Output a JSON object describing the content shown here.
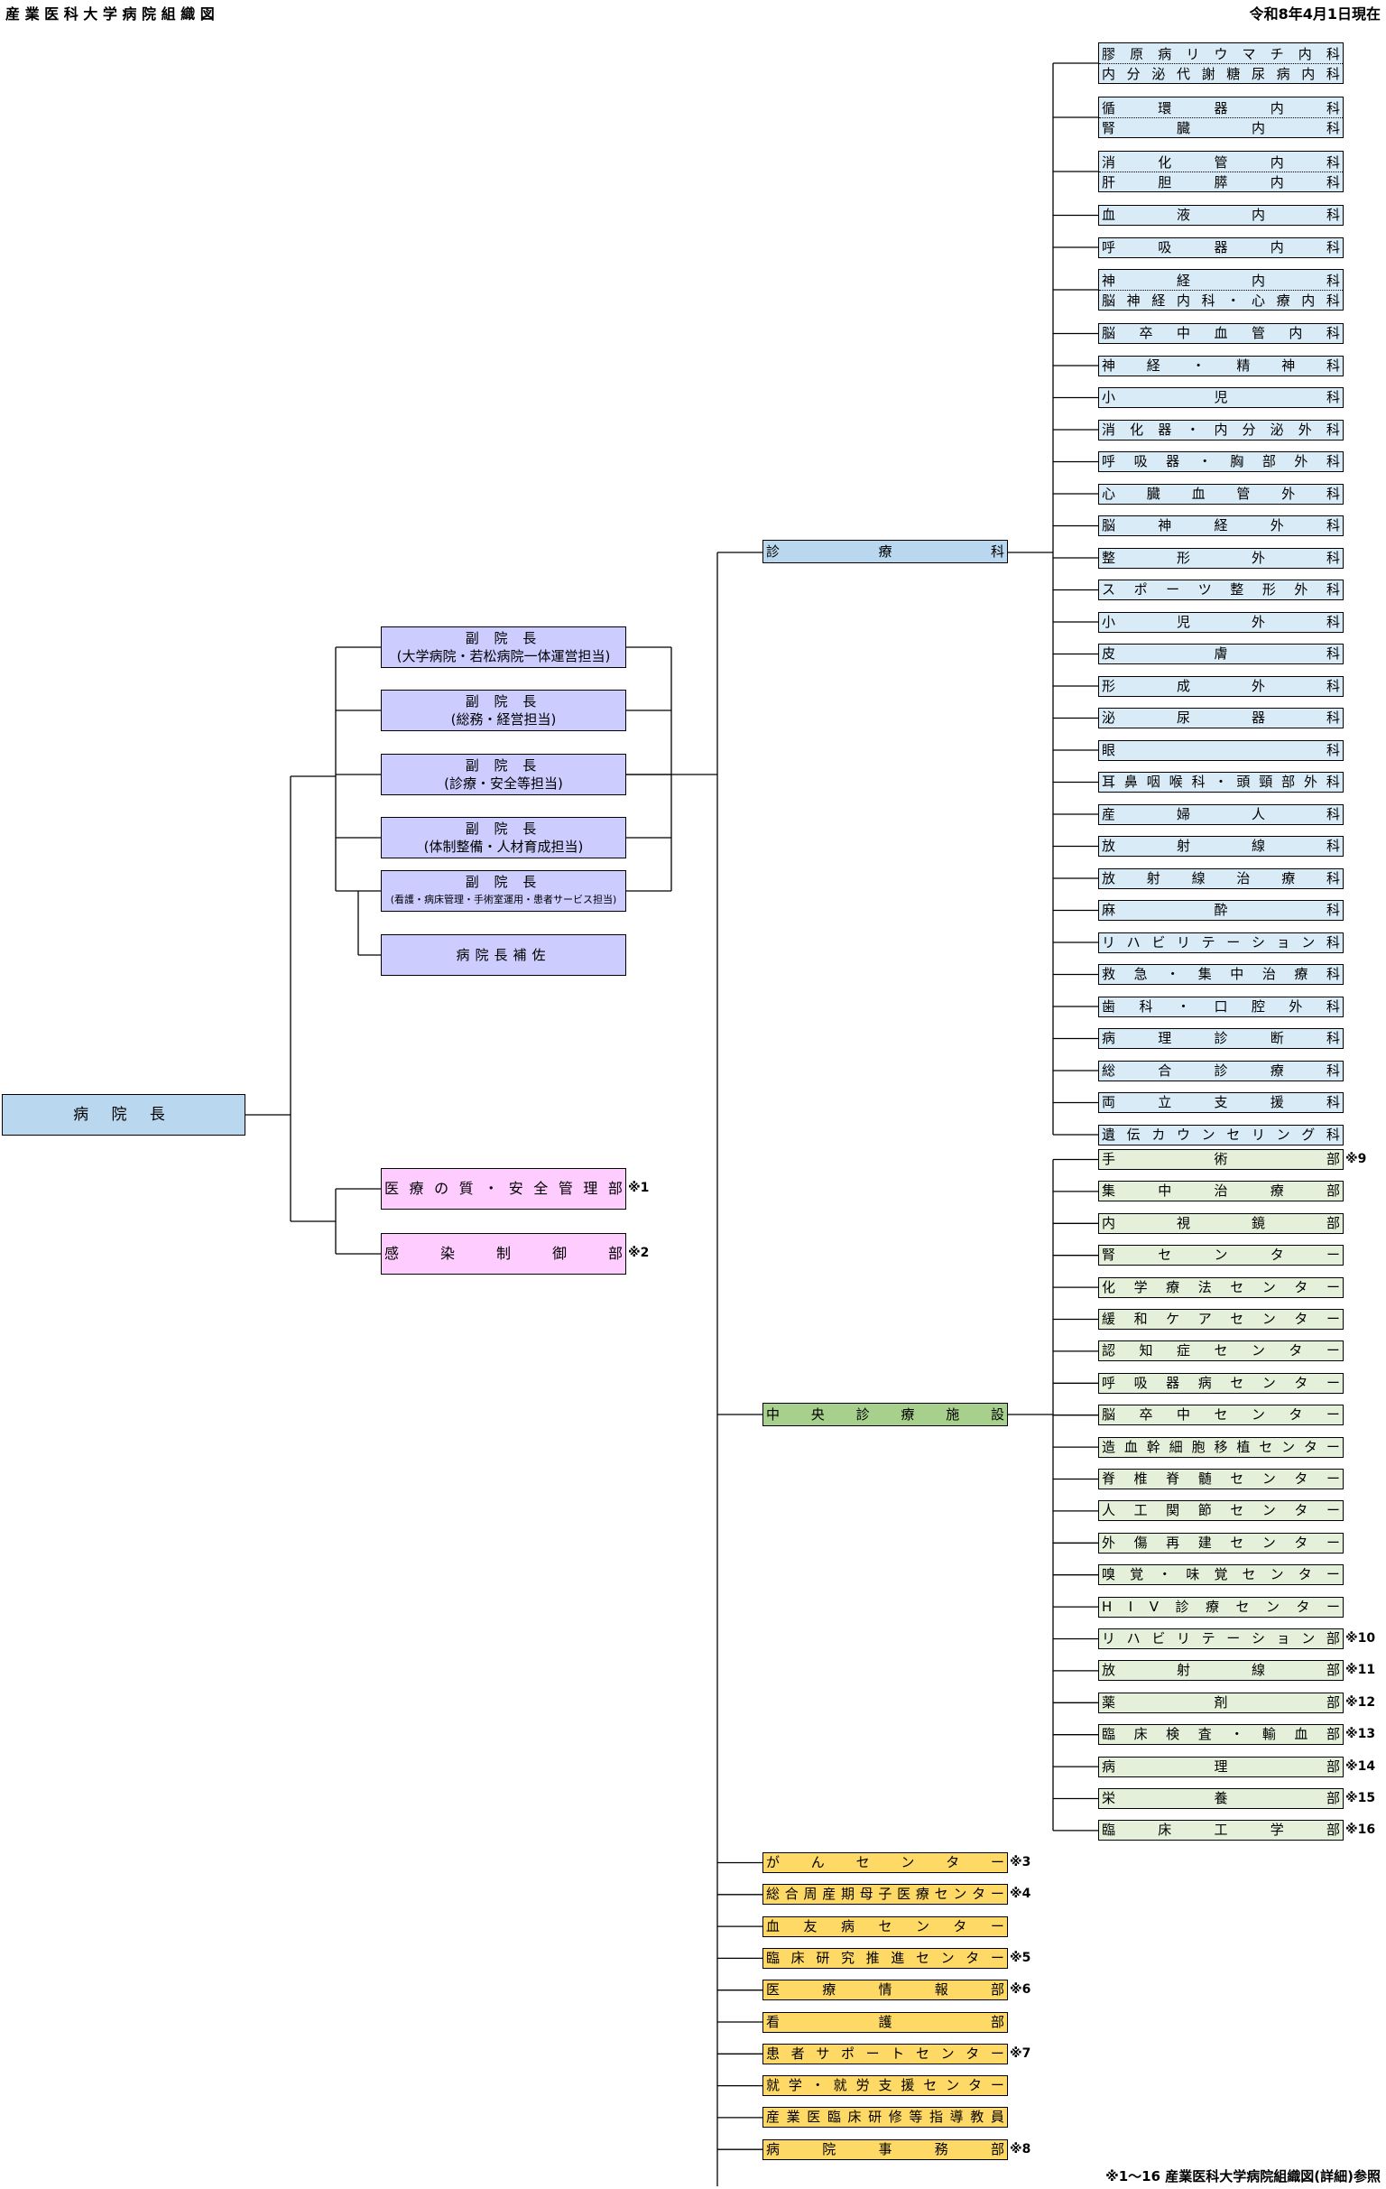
{
  "header": {
    "title": "産 業 医 科 大 学 病 院 組 織 図",
    "date": "令和8年4月1日現在"
  },
  "root": "病 院 長",
  "vice": [
    {
      "l1": "副 院 長",
      "l2": "(大学病院・若松病院一体運営担当)"
    },
    {
      "l1": "副 院 長",
      "l2": "(総務・経営担当)"
    },
    {
      "l1": "副 院 長",
      "l2": "(診療・安全等担当)"
    },
    {
      "l1": "副 院 長",
      "l2": "(体制整備・人材育成担当)"
    },
    {
      "l1": "副 院 長",
      "l2": "(看護・病床管理・手術室運用・患者サービス担当)"
    }
  ],
  "assistant": "病院長補佐",
  "mgmt": [
    {
      "label": "医療の質・安全管理部",
      "note": "※1"
    },
    {
      "label": "感染制御部",
      "note": "※2"
    }
  ],
  "clinical_label": "診療科",
  "central_label": "中央診療施設",
  "clinical_depts": [
    [
      "膠原病リウマチ内科",
      "内分泌代謝糖尿病内科"
    ],
    [
      "循環器内科",
      "腎臓内科"
    ],
    [
      "消化管内科",
      "肝胆膵内科"
    ],
    [
      "血液内科"
    ],
    [
      "呼吸器内科"
    ],
    [
      "神経内科",
      "脳神経内科・心療内科"
    ],
    [
      "脳卒中血管内科"
    ],
    [
      "神経・精神科"
    ],
    [
      "小児科"
    ],
    [
      "消化器・内分泌外科"
    ],
    [
      "呼吸器・胸部外科"
    ],
    [
      "心臓血管外科"
    ],
    [
      "脳神経外科"
    ],
    [
      "整形外科"
    ],
    [
      "スポーツ整形外科"
    ],
    [
      "小児外科"
    ],
    [
      "皮膚科"
    ],
    [
      "形成外科"
    ],
    [
      "泌尿器科"
    ],
    [
      "眼科"
    ],
    [
      "耳鼻咽喉科・頭頸部外科"
    ],
    [
      "産婦人科"
    ],
    [
      "放射線科"
    ],
    [
      "放射線治療科"
    ],
    [
      "麻酔科"
    ],
    [
      "リハビリテーション科"
    ],
    [
      "救急・集中治療科"
    ],
    [
      "歯科・口腔外科"
    ],
    [
      "病理診断科"
    ],
    [
      "総合診療科"
    ],
    [
      "両立支援科"
    ],
    [
      "遺伝カウンセリング科"
    ]
  ],
  "central_units": [
    {
      "label": "手術部",
      "note": "※9"
    },
    {
      "label": "集中治療部",
      "note": ""
    },
    {
      "label": "内視鏡部",
      "note": ""
    },
    {
      "label": "腎センター",
      "note": ""
    },
    {
      "label": "化学療法センター",
      "note": ""
    },
    {
      "label": "緩和ケアセンター",
      "note": ""
    },
    {
      "label": "認知症センター",
      "note": ""
    },
    {
      "label": "呼吸器病センター",
      "note": ""
    },
    {
      "label": "脳卒中センター",
      "note": ""
    },
    {
      "label": "造血幹細胞移植センター",
      "note": ""
    },
    {
      "label": "脊椎脊髄センター",
      "note": ""
    },
    {
      "label": "人工関節センター",
      "note": ""
    },
    {
      "label": "外傷再建センター",
      "note": ""
    },
    {
      "label": "嗅覚・味覚センター",
      "note": ""
    },
    {
      "label": "HIV診療センター",
      "note": ""
    },
    {
      "label": "リハビリテーション部",
      "note": "※10"
    },
    {
      "label": "放射線部",
      "note": "※11"
    },
    {
      "label": "薬剤部",
      "note": "※12"
    },
    {
      "label": "臨床検査・輸血部",
      "note": "※13"
    },
    {
      "label": "病理部",
      "note": "※14"
    },
    {
      "label": "栄養部",
      "note": "※15"
    },
    {
      "label": "臨床工学部",
      "note": "※16"
    }
  ],
  "other_units": [
    {
      "label": "がんセンター",
      "note": "※3"
    },
    {
      "label": "総合周産期母子医療センター",
      "note": "※4"
    },
    {
      "label": "血友病センター",
      "note": ""
    },
    {
      "label": "臨床研究推進センター",
      "note": "※5"
    },
    {
      "label": "医療情報部",
      "note": "※6"
    },
    {
      "label": "看護部",
      "note": ""
    },
    {
      "label": "患者サポートセンター",
      "note": "※7"
    },
    {
      "label": "就学・就労支援センター",
      "note": ""
    },
    {
      "label": "産業医臨床研修等指導教員",
      "note": ""
    },
    {
      "label": "病院事務部",
      "note": "※8"
    }
  ],
  "footer": "※1～16 産業医科大学病院組織図(詳細)参照",
  "colors": {
    "clinical": "#d9ebf7",
    "vice": "#ccccff",
    "mgmt": "#ffccff",
    "central": "#e5f0da",
    "central_head": "#a8d08d",
    "other": "#ffd966",
    "dept_head": "#b9d7ee"
  }
}
